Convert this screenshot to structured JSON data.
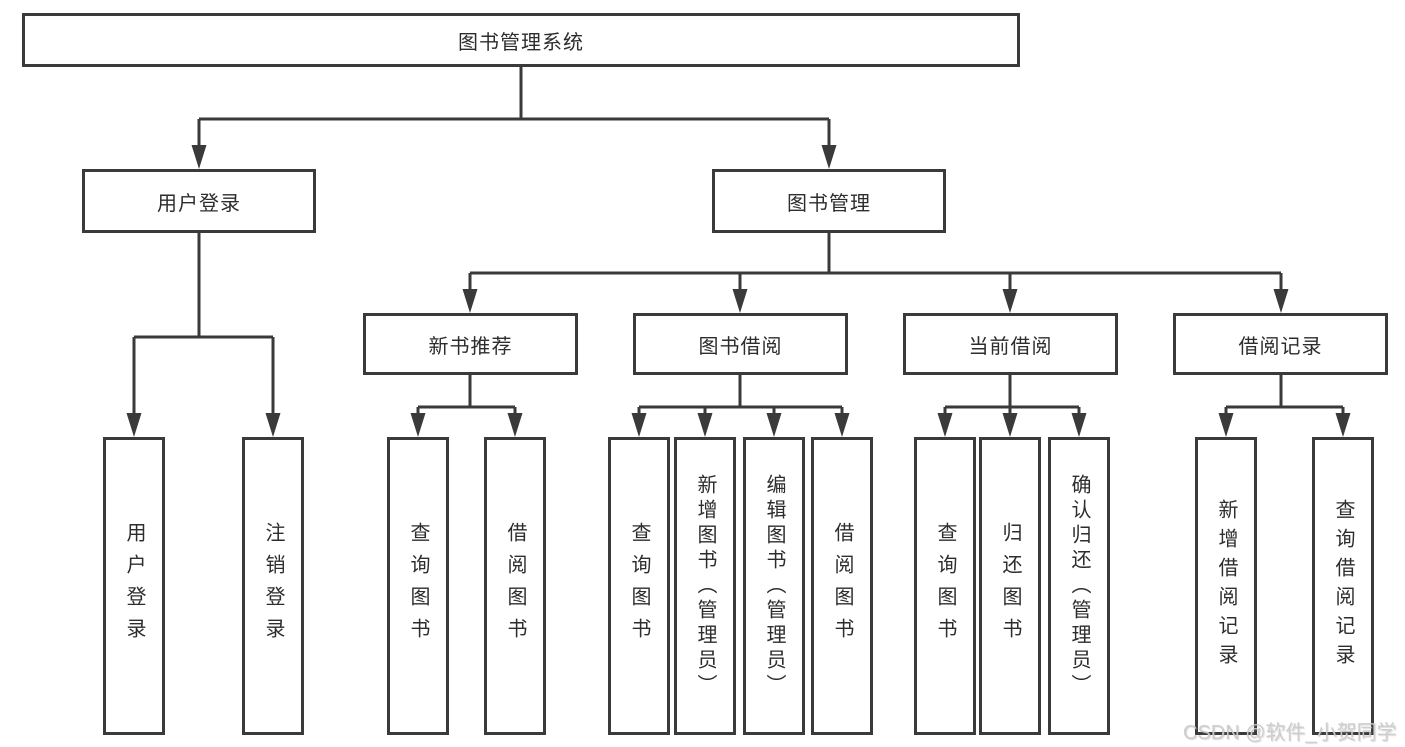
{
  "diagram_title": "图书管理系统",
  "watermark": "CSDN @软件_小贺同学",
  "colors": {
    "line": "#3a3a3a",
    "box_border": "#3a3a3a",
    "text": "#2d2d2d",
    "background": "#ffffff",
    "watermark": "#cbcbcb"
  },
  "tree": {
    "root": "图书管理系统",
    "level2": [
      {
        "label": "用户登录",
        "children": [
          {
            "label": "用户登录"
          },
          {
            "label": "注销登录"
          }
        ]
      },
      {
        "label": "图书管理",
        "children": [
          {
            "label": "新书推荐",
            "children": [
              {
                "label": "查询图书"
              },
              {
                "label": "借阅图书"
              }
            ]
          },
          {
            "label": "图书借阅",
            "children": [
              {
                "label": "查询图书"
              },
              {
                "label": "新增图书（管理员）"
              },
              {
                "label": "编辑图书（管理员）"
              },
              {
                "label": "借阅图书"
              }
            ]
          },
          {
            "label": "当前借阅",
            "children": [
              {
                "label": "查询图书"
              },
              {
                "label": "归还图书"
              },
              {
                "label": "确认归还（管理员）"
              }
            ]
          },
          {
            "label": "借阅记录",
            "children": [
              {
                "label": "新增借阅记录"
              },
              {
                "label": "查询借阅记录"
              }
            ]
          }
        ]
      }
    ]
  }
}
